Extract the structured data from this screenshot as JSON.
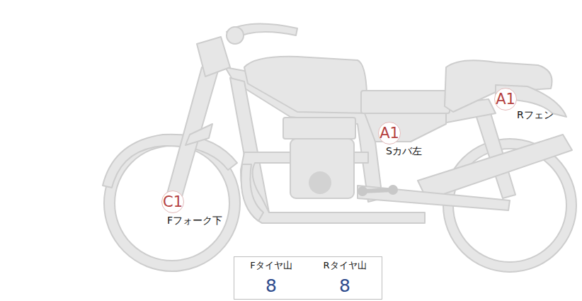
{
  "diagram": {
    "nodes": [
      {
        "text": [
          "A1",
          "Rフェン"
        ]
      },
      {
        "text": [
          "A1",
          "Sカバ左"
        ]
      },
      {
        "text": [
          "C1",
          "Fフォーク下"
        ]
      }
    ],
    "labels": [
      "Fタイヤ山",
      "Rタイヤ山",
      "8",
      "8"
    ]
  }
}
